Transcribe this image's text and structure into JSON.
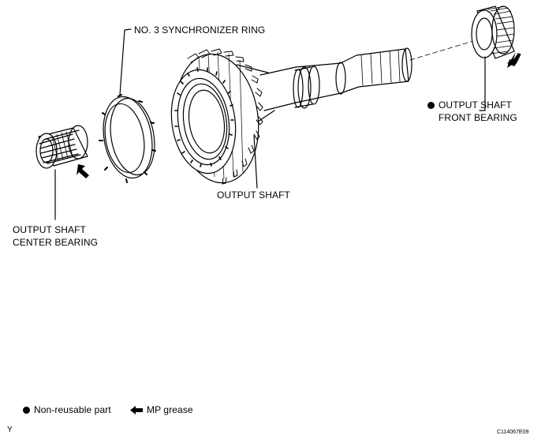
{
  "labels": {
    "synchronizer_ring": "NO. 3 SYNCHRONIZER RING",
    "output_shaft": "OUTPUT SHAFT",
    "center_bearing_line1": "OUTPUT SHAFT",
    "center_bearing_line2": "CENTER BEARING",
    "front_bearing_line1": "OUTPUT SHAFT",
    "front_bearing_line2": "FRONT BEARING"
  },
  "legend": {
    "non_reusable": "Non-reusable part",
    "mp_grease": "MP grease"
  },
  "footer": {
    "code": "Y",
    "figure_id": "C114067E09"
  },
  "colors": {
    "ink": "#000000",
    "paper": "#ffffff"
  }
}
